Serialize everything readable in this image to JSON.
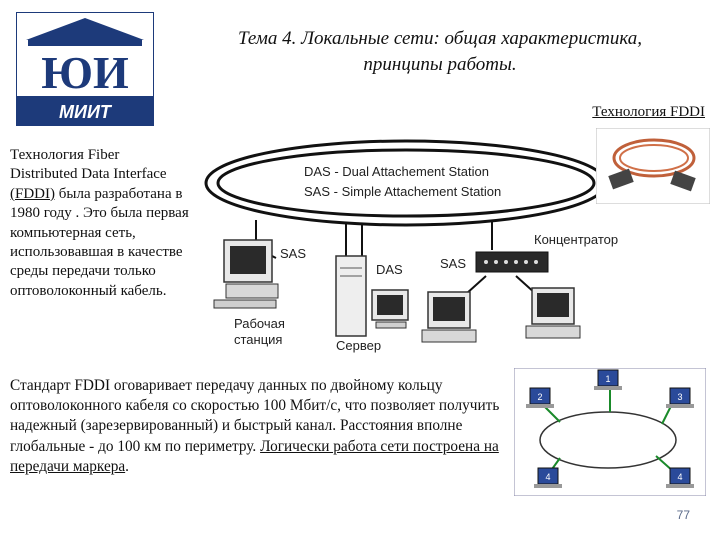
{
  "logo": {
    "text_top": "ЮИ",
    "text_bottom": "МИИТ"
  },
  "title": {
    "line1": "Тема 4.  Локальные сети: общая характеристика,",
    "line2": "принципы работы."
  },
  "subtitle": "Технология FDDI",
  "left_text": {
    "p1": "Технология Fiber",
    "p2": "Distributed Data Interface",
    "p3": "(FDDI)",
    "p4": " была разработана в 1980 году . Это была первая компьютерная сеть, использовавшая в качестве среды передачи только оптоволоконный кабель."
  },
  "diagram": {
    "das_line": "DAS - Dual Attachement Station",
    "sas_line": "SAS - Simple  Attachement Station",
    "hub": "Концентратор",
    "sas_left": "SAS",
    "das_center": "DAS",
    "sas_right": "SAS",
    "workstation_1": "Рабочая",
    "workstation_2": "станция",
    "server": "Сервер"
  },
  "bottom_text": {
    "p1": "Стандарт FDDI оговаривает передачу данных по двойному кольцу оптоволоконного кабеля со скоростью 100 Мбит/с, что позволяет получить надежный (зарезервированный) и быстрый канал. Расстояния вполне глобальные - до 100 км по периметру. ",
    "p2": "Логически работа сети построена на передачи маркера",
    "p3": "."
  },
  "ring_nodes": [
    "1",
    "2",
    "3",
    "4",
    "4"
  ],
  "page_number": "77"
}
